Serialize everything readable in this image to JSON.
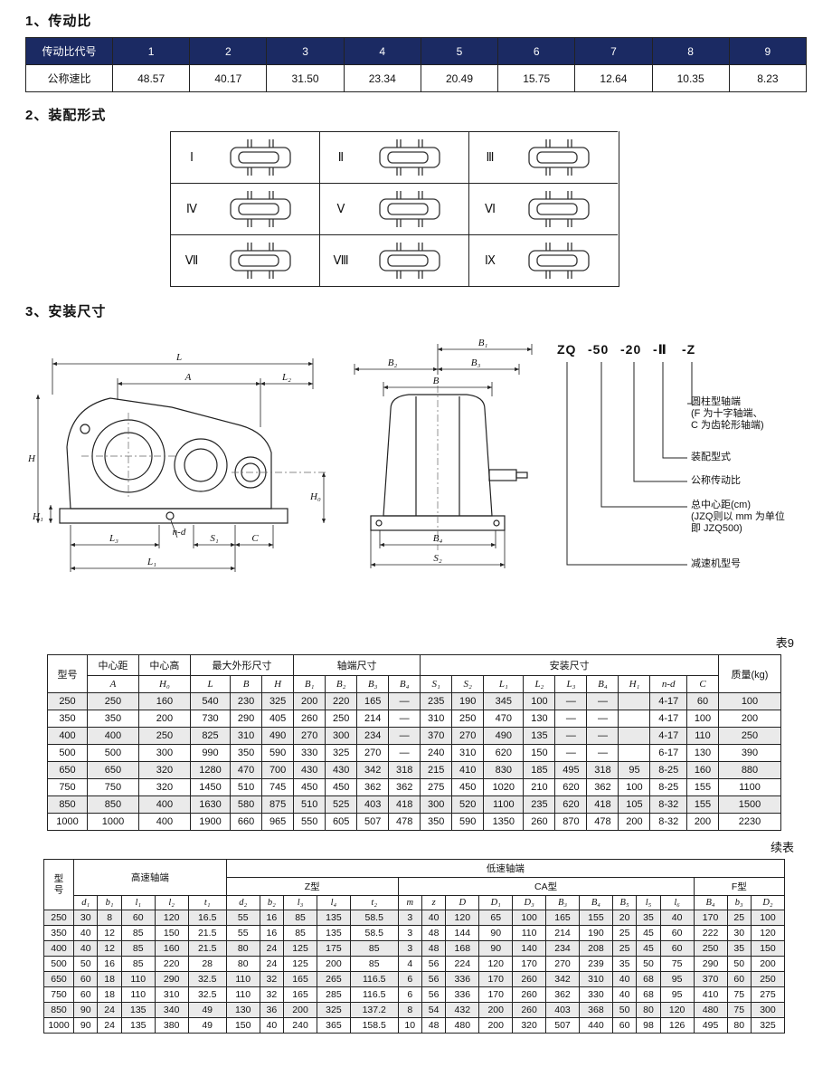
{
  "colors": {
    "header_navy": "#1b2a63",
    "stripe_gray": "#eaeaea"
  },
  "section1": {
    "heading": "1、传动比",
    "code_label": "传动比代号",
    "codes": [
      "1",
      "2",
      "3",
      "4",
      "5",
      "6",
      "7",
      "8",
      "9"
    ],
    "ratio_label": "公称速比",
    "ratios": [
      "48.57",
      "40.17",
      "31.50",
      "23.34",
      "20.49",
      "15.75",
      "12.64",
      "10.35",
      "8.23"
    ]
  },
  "section2": {
    "heading": "2、装配形式",
    "forms": [
      "Ⅰ",
      "Ⅱ",
      "Ⅲ",
      "Ⅳ",
      "Ⅴ",
      "Ⅵ",
      "Ⅶ",
      "Ⅷ",
      "Ⅸ"
    ]
  },
  "section3": {
    "heading": "3、安装尺寸",
    "dims": {
      "L": "L",
      "A": "A",
      "L2": "L₂",
      "H": "H",
      "H1": "H₁",
      "H0": "H₀",
      "L3": "L₃",
      "S1": "S₁",
      "C": "C",
      "L1": "L₁",
      "nd": "n-d",
      "B": "B",
      "B1": "B₁",
      "B2": "B₂",
      "B3": "B₃",
      "B4": "B₄",
      "S2": "S₂"
    },
    "code": [
      "ZQ",
      "-50",
      "-20",
      "-Ⅱ",
      "-Z"
    ],
    "legend": [
      {
        "lines": [
          "圆柱型轴端",
          "(F 为十字轴端、",
          "C 为齿轮形轴端)"
        ]
      },
      {
        "lines": [
          "装配型式"
        ]
      },
      {
        "lines": [
          "公称传动比"
        ]
      },
      {
        "lines": [
          "总中心距(cm)",
          "(JZQ则以 mm 为单位",
          "即 JZQ500)"
        ]
      },
      {
        "lines": [
          "减速机型号"
        ]
      }
    ]
  },
  "table9": {
    "caption": "表9",
    "groups": [
      {
        "label": "型号"
      },
      {
        "label": "中心距",
        "cols": [
          "A"
        ]
      },
      {
        "label": "中心高",
        "cols": [
          "H₀"
        ]
      },
      {
        "label": "最大外形尺寸",
        "cols": [
          "L",
          "B",
          "H"
        ]
      },
      {
        "label": "轴端尺寸",
        "cols": [
          "B₁",
          "B₂",
          "B₃",
          "B₄"
        ]
      },
      {
        "label": "安装尺寸",
        "cols": [
          "S₁",
          "S₂",
          "L₁",
          "L₂",
          "L₃",
          "B₄",
          "H₁",
          "n-d",
          "C"
        ]
      },
      {
        "label": "质量(kg)"
      }
    ],
    "rows": [
      [
        "250",
        "250",
        "160",
        "540",
        "230",
        "325",
        "200",
        "220",
        "165",
        "—",
        "235",
        "190",
        "345",
        "100",
        "—",
        "—",
        "",
        "4-17",
        "60",
        "100"
      ],
      [
        "350",
        "350",
        "200",
        "730",
        "290",
        "405",
        "260",
        "250",
        "214",
        "—",
        "310",
        "250",
        "470",
        "130",
        "—",
        "—",
        "",
        "4-17",
        "100",
        "200"
      ],
      [
        "400",
        "400",
        "250",
        "825",
        "310",
        "490",
        "270",
        "300",
        "234",
        "—",
        "370",
        "270",
        "490",
        "135",
        "—",
        "—",
        "",
        "4-17",
        "110",
        "250"
      ],
      [
        "500",
        "500",
        "300",
        "990",
        "350",
        "590",
        "330",
        "325",
        "270",
        "—",
        "240",
        "310",
        "620",
        "150",
        "—",
        "—",
        "",
        "6-17",
        "130",
        "390"
      ],
      [
        "650",
        "650",
        "320",
        "1280",
        "470",
        "700",
        "430",
        "430",
        "342",
        "318",
        "215",
        "410",
        "830",
        "185",
        "495",
        "318",
        "95",
        "8-25",
        "160",
        "880"
      ],
      [
        "750",
        "750",
        "320",
        "1450",
        "510",
        "745",
        "450",
        "450",
        "362",
        "362",
        "275",
        "450",
        "1020",
        "210",
        "620",
        "362",
        "100",
        "8-25",
        "155",
        "1100"
      ],
      [
        "850",
        "850",
        "400",
        "1630",
        "580",
        "875",
        "510",
        "525",
        "403",
        "418",
        "300",
        "520",
        "1100",
        "235",
        "620",
        "418",
        "105",
        "8-32",
        "155",
        "1500"
      ],
      [
        "1000",
        "1000",
        "400",
        "1900",
        "660",
        "965",
        "550",
        "605",
        "507",
        "478",
        "350",
        "590",
        "1350",
        "260",
        "870",
        "478",
        "200",
        "8-32",
        "200",
        "2230"
      ]
    ]
  },
  "cont": {
    "caption": "续表",
    "model_label": "型号",
    "high_speed": {
      "label": "高速轴端",
      "cols": [
        "d₁",
        "b₁",
        "l₁",
        "l₂",
        "t₁"
      ]
    },
    "low_speed": {
      "label": "低速轴端",
      "groups": [
        {
          "label": "Z型",
          "cols": [
            "d₂",
            "b₂",
            "l₃",
            "l₄",
            "t₂"
          ]
        },
        {
          "label": "CA型",
          "cols": [
            "m",
            "z",
            "D",
            "D₁",
            "D₃",
            "B₃",
            "B₄",
            "B₅",
            "l₅",
            "l₆"
          ]
        },
        {
          "label": "F型",
          "cols": [
            "B₄",
            "b₃",
            "D₂"
          ]
        }
      ]
    },
    "rows": [
      [
        "250",
        "30",
        "8",
        "60",
        "120",
        "16.5",
        "55",
        "16",
        "85",
        "135",
        "58.5",
        "3",
        "40",
        "120",
        "65",
        "100",
        "165",
        "155",
        "20",
        "35",
        "40",
        "170",
        "25",
        "100"
      ],
      [
        "350",
        "40",
        "12",
        "85",
        "150",
        "21.5",
        "55",
        "16",
        "85",
        "135",
        "58.5",
        "3",
        "48",
        "144",
        "90",
        "110",
        "214",
        "190",
        "25",
        "45",
        "60",
        "222",
        "30",
        "120"
      ],
      [
        "400",
        "40",
        "12",
        "85",
        "160",
        "21.5",
        "80",
        "24",
        "125",
        "175",
        "85",
        "3",
        "48",
        "168",
        "90",
        "140",
        "234",
        "208",
        "25",
        "45",
        "60",
        "250",
        "35",
        "150"
      ],
      [
        "500",
        "50",
        "16",
        "85",
        "220",
        "28",
        "80",
        "24",
        "125",
        "200",
        "85",
        "4",
        "56",
        "224",
        "120",
        "170",
        "270",
        "239",
        "35",
        "50",
        "75",
        "290",
        "50",
        "200"
      ],
      [
        "650",
        "60",
        "18",
        "110",
        "290",
        "32.5",
        "110",
        "32",
        "165",
        "265",
        "116.5",
        "6",
        "56",
        "336",
        "170",
        "260",
        "342",
        "310",
        "40",
        "68",
        "95",
        "370",
        "60",
        "250"
      ],
      [
        "750",
        "60",
        "18",
        "110",
        "310",
        "32.5",
        "110",
        "32",
        "165",
        "285",
        "116.5",
        "6",
        "56",
        "336",
        "170",
        "260",
        "362",
        "330",
        "40",
        "68",
        "95",
        "410",
        "75",
        "275"
      ],
      [
        "850",
        "90",
        "24",
        "135",
        "340",
        "49",
        "130",
        "36",
        "200",
        "325",
        "137.2",
        "8",
        "54",
        "432",
        "200",
        "260",
        "403",
        "368",
        "50",
        "80",
        "120",
        "480",
        "75",
        "300"
      ],
      [
        "1000",
        "90",
        "24",
        "135",
        "380",
        "49",
        "150",
        "40",
        "240",
        "365",
        "158.5",
        "10",
        "48",
        "480",
        "200",
        "320",
        "507",
        "440",
        "60",
        "98",
        "126",
        "495",
        "80",
        "325"
      ]
    ]
  }
}
